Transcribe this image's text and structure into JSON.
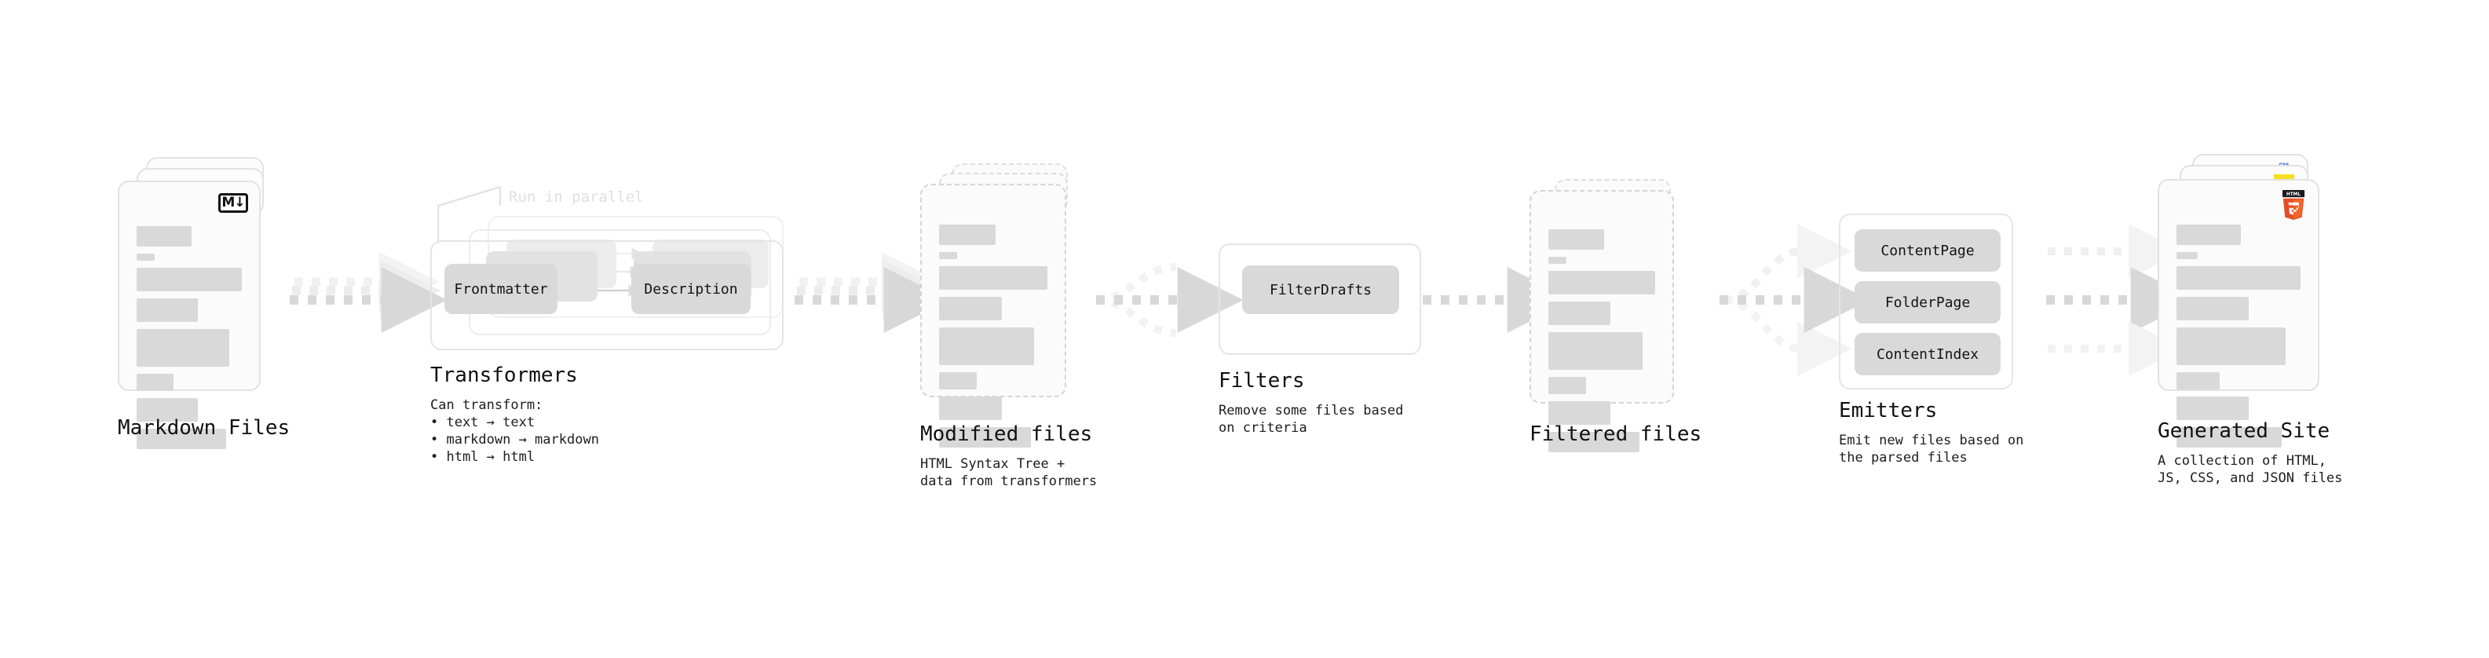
{
  "diagram": {
    "title_font_size": 26,
    "stages": [
      {
        "id": "markdown-files",
        "title": "Markdown Files",
        "subtitle": "",
        "badge": "M↓",
        "badge_kind": "markdown-badge",
        "stack_count": 3,
        "card_style": "solid"
      },
      {
        "id": "transformers",
        "title": "Transformers",
        "subtitle": "Can transform:\n  • text → text\n  • markdown → markdown\n  • html → html",
        "annotation": "Run in parallel",
        "chips": [
          "Frontmatter",
          "Description"
        ],
        "stack_count": 3
      },
      {
        "id": "modified-files",
        "title": "Modified files",
        "subtitle": "HTML Syntax Tree +\ndata from transformers",
        "stack_count": 3,
        "card_style": "dashed"
      },
      {
        "id": "filters",
        "title": "Filters",
        "subtitle": "Remove some files based\non criteria",
        "chips": [
          "FilterDrafts"
        ]
      },
      {
        "id": "filtered-files",
        "title": "Filtered files",
        "subtitle": "",
        "stack_count": 2,
        "card_style": "dashed"
      },
      {
        "id": "emitters",
        "title": "Emitters",
        "subtitle": "Emit new files based on\nthe parsed files",
        "chips": [
          "ContentPage",
          "FolderPage",
          "ContentIndex"
        ]
      },
      {
        "id": "generated-site",
        "title": "Generated Site",
        "subtitle": "A collection of HTML,\nJS, CSS, and JSON files",
        "badge": "HTML5",
        "badge_kind": "html5-badge",
        "secondary_badges": [
          "JS",
          "CSS"
        ],
        "stack_count": 3,
        "card_style": "solid"
      }
    ],
    "connectors": [
      {
        "from": "markdown-files",
        "to": "transformers",
        "kind": "dotted-arrow-triple"
      },
      {
        "from": "transformers",
        "to": "modified-files",
        "kind": "dotted-arrow-triple"
      },
      {
        "from": "modified-files",
        "to": "filters",
        "kind": "dotted-arrow-fan-in"
      },
      {
        "from": "filters",
        "to": "filtered-files",
        "kind": "dotted-arrow-single"
      },
      {
        "from": "filtered-files",
        "to": "emitters",
        "kind": "dotted-arrow-fan-out"
      },
      {
        "from": "emitters",
        "to": "generated-site",
        "kind": "dotted-arrow-triple-parallel"
      }
    ],
    "colors": {
      "background": "#ffffff",
      "card_fill": "#fbfbfb",
      "card_border": "#e2e2e2",
      "bar_fill": "#d9d9d9",
      "chip_fill": "#d9d9d9",
      "text": "#111111",
      "ghost_text": "#e0e0e0",
      "connector": "#d8d8d8",
      "html5_orange": "#e44d26",
      "js_yellow": "#f7df1e",
      "css_blue": "#264de4"
    },
    "bar_widths_pct": [
      52,
      17,
      100,
      58,
      88,
      35,
      58,
      85
    ],
    "bar_heights": [
      26,
      9,
      30,
      30,
      48,
      22,
      30,
      26
    ]
  }
}
